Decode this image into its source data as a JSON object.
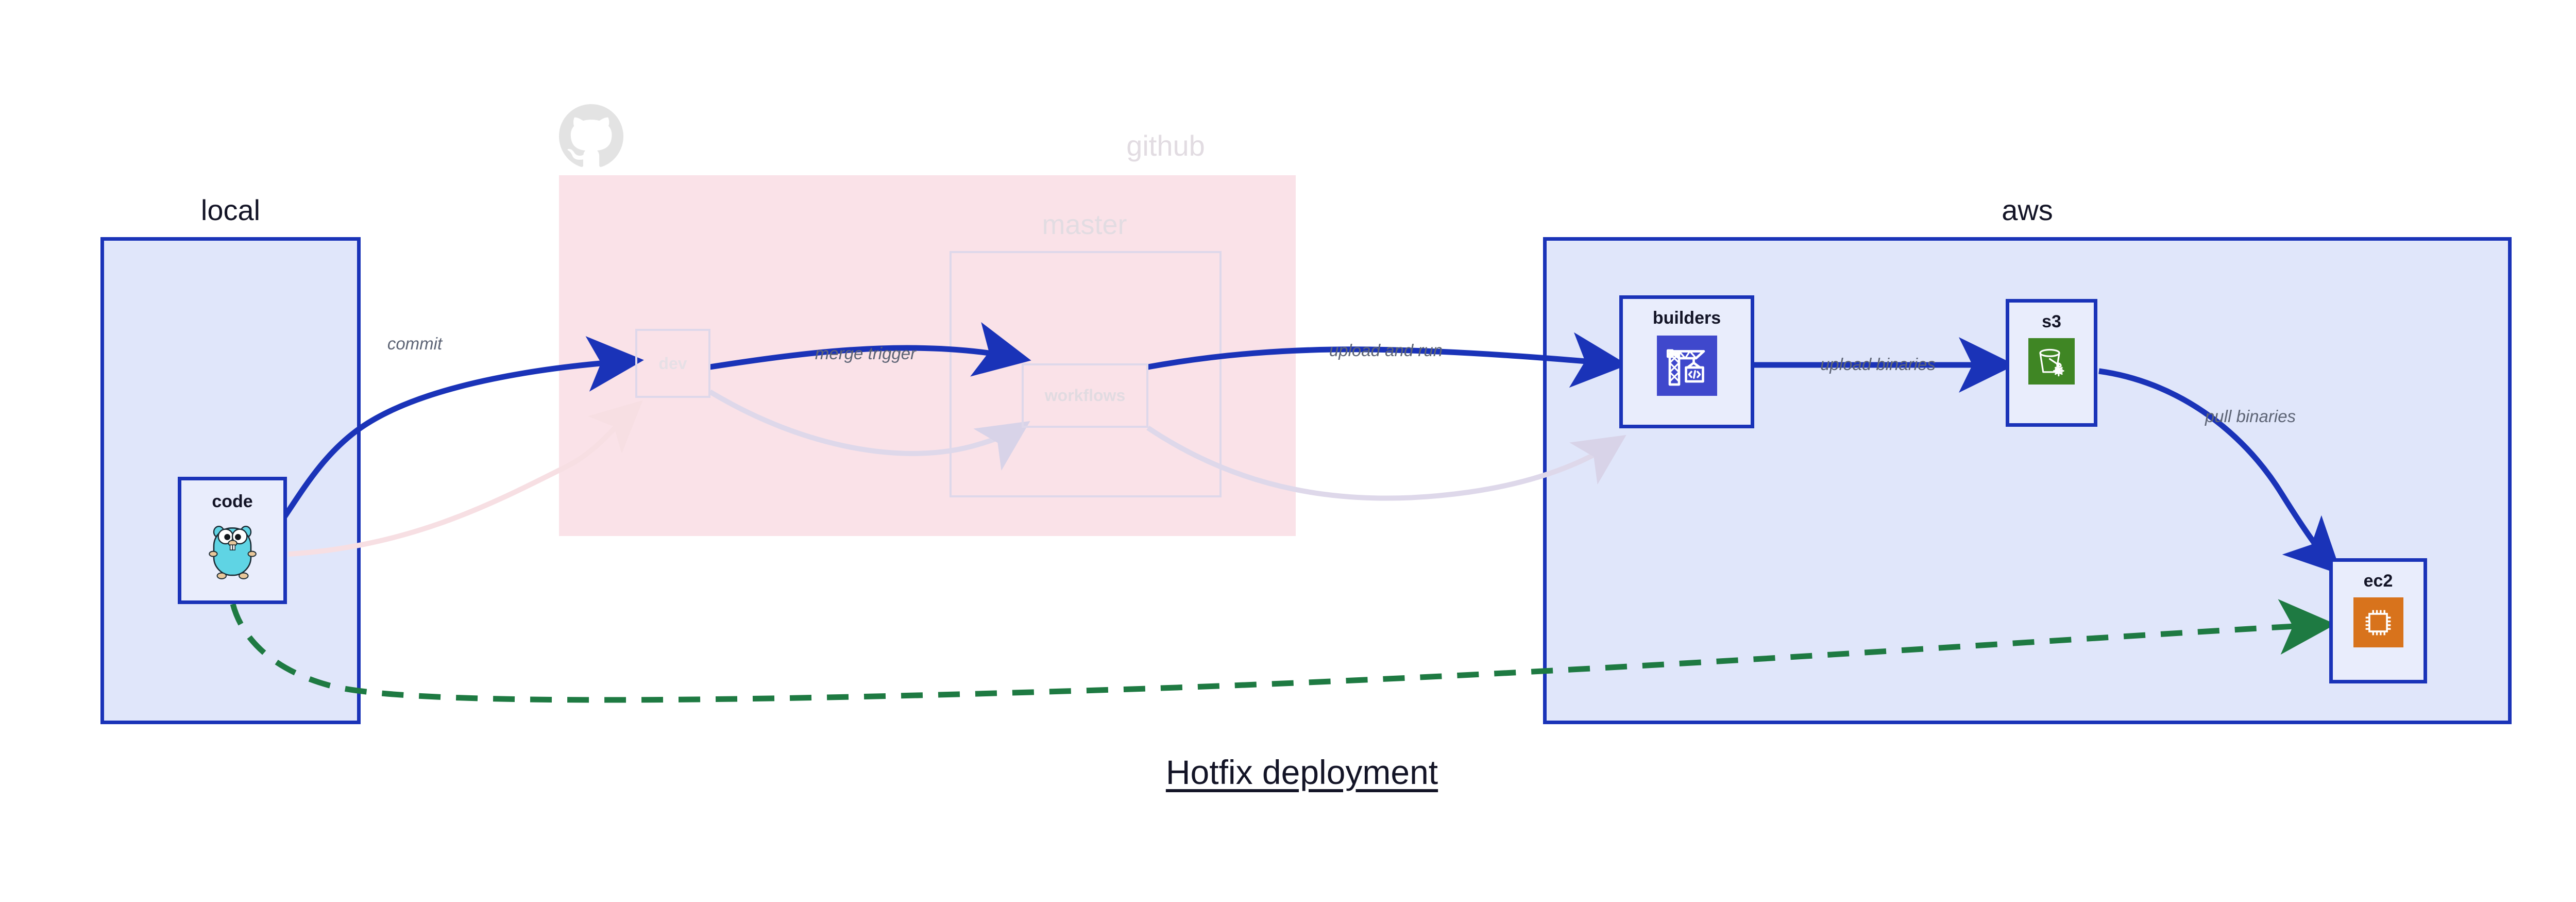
{
  "diagram": {
    "title": "Hotfix deployment",
    "colors": {
      "blue_border": "#1a33b8",
      "blue_fill": "#e0e6fa",
      "pink_fill": "#fae2e8",
      "arrow_blue": "#1a33b8",
      "arrow_green": "#1e7a42",
      "ghost": "#d8d3e8",
      "label_gray": "#5d6475",
      "faded_text": "#e2dce2",
      "title_dark": "#131426",
      "gopher_cyan": "#5fd4e4",
      "codebuild_indigo": "#3f48cc",
      "s3_green": "#3f8624",
      "ec2_orange": "#d8731c",
      "octocat_gray": "#e3e3e3"
    },
    "groups": [
      {
        "id": "local",
        "label": "local",
        "state": "active"
      },
      {
        "id": "github",
        "label": "github",
        "state": "faded"
      },
      {
        "id": "aws",
        "label": "aws",
        "state": "active"
      }
    ],
    "subgroups": [
      {
        "id": "master",
        "label": "master",
        "state": "faded"
      }
    ],
    "nodes": [
      {
        "id": "code",
        "label": "code",
        "icon": "go-gopher-icon",
        "state": "active"
      },
      {
        "id": "dev",
        "label": "dev",
        "icon": "none",
        "state": "faded"
      },
      {
        "id": "workflows",
        "label": "workflows",
        "icon": "none",
        "state": "faded"
      },
      {
        "id": "builders",
        "label": "builders",
        "icon": "aws-codebuild-icon",
        "state": "active"
      },
      {
        "id": "s3",
        "label": "s3",
        "icon": "aws-s3-bucket-icon",
        "state": "active"
      },
      {
        "id": "ec2",
        "label": "ec2",
        "icon": "aws-ec2-chip-icon",
        "state": "active"
      }
    ],
    "edges": [
      {
        "id": "commit",
        "from": "code",
        "to": "dev",
        "label": "commit",
        "style": "solid-blue",
        "state": "active"
      },
      {
        "id": "merge-trigger",
        "from": "dev",
        "to": "workflows",
        "label": "merge trigger",
        "style": "solid-blue",
        "state": "active"
      },
      {
        "id": "upload-and-run",
        "from": "workflows",
        "to": "builders",
        "label": "upload and run",
        "style": "solid-blue",
        "state": "active"
      },
      {
        "id": "upload-binaries",
        "from": "builders",
        "to": "s3",
        "label": "upload binaries",
        "style": "solid-blue",
        "state": "active"
      },
      {
        "id": "pull-binaries",
        "from": "s3",
        "to": "ec2",
        "label": "pull binaries",
        "style": "solid-blue",
        "state": "active"
      },
      {
        "id": "hotfix-direct",
        "from": "code",
        "to": "ec2",
        "label": "",
        "style": "dashed-green",
        "state": "active"
      },
      {
        "id": "ghost-code-dev",
        "from": "code",
        "to": "dev",
        "label": "",
        "style": "ghost",
        "state": "faded"
      },
      {
        "id": "ghost-dev-workflows",
        "from": "dev",
        "to": "workflows",
        "label": "",
        "style": "ghost",
        "state": "faded"
      },
      {
        "id": "ghost-wf-builders",
        "from": "workflows",
        "to": "builders",
        "label": "",
        "style": "ghost",
        "state": "faded"
      }
    ]
  }
}
